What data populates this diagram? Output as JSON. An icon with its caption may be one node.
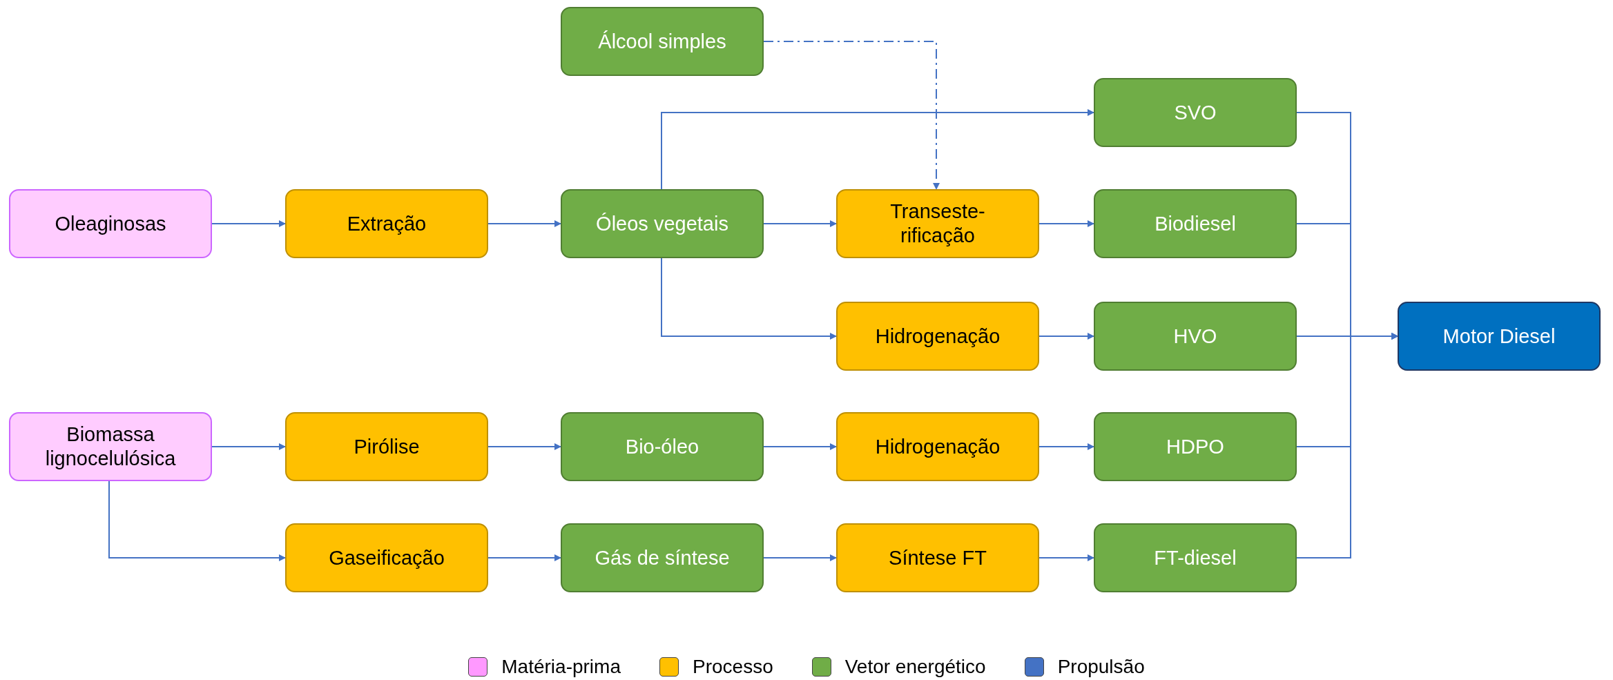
{
  "diagram": {
    "nodes": [
      {
        "text": [
          "Álcool simples"
        ]
      },
      {
        "text": [
          "SVO"
        ]
      },
      {
        "text": [
          "Oleaginosas"
        ]
      },
      {
        "text": [
          "Extração"
        ]
      },
      {
        "text": [
          "Óleos vegetais"
        ]
      },
      {
        "text": [
          "Transeste- rificação"
        ]
      },
      {
        "text": [
          "Biodiesel"
        ]
      },
      {
        "text": [
          "Hidrogenação"
        ]
      },
      {
        "text": [
          "HVO"
        ]
      },
      {
        "text": [
          "Motor Diesel"
        ]
      },
      {
        "text": [
          "Biomassa lignocelulósica"
        ]
      },
      {
        "text": [
          "Pirólise"
        ]
      },
      {
        "text": [
          "Bio-óleo"
        ]
      },
      {
        "text": [
          "Hidrogenação"
        ]
      },
      {
        "text": [
          "HDPO"
        ]
      },
      {
        "text": [
          "Gaseificação"
        ]
      },
      {
        "text": [
          "Gás de síntese"
        ]
      },
      {
        "text": [
          "Síntese FT"
        ]
      },
      {
        "text": [
          "FT-diesel"
        ]
      }
    ],
    "edges": [
      {
        "from": 2,
        "to": 3,
        "arrow": "to"
      },
      {
        "from": 3,
        "to": 4,
        "arrow": "to"
      },
      {
        "from": 4,
        "to": 5,
        "arrow": "to"
      },
      {
        "from": 5,
        "to": 6,
        "arrow": "to"
      },
      {
        "from": 4,
        "to": 1,
        "arrow": "to"
      },
      {
        "from": 4,
        "to": 7,
        "arrow": "to"
      },
      {
        "from": 0,
        "to": 5,
        "arrow": "to",
        "style": "dashed"
      },
      {
        "from": 7,
        "to": 8,
        "arrow": "to"
      },
      {
        "from": 1,
        "to": 9,
        "arrow": "to"
      },
      {
        "from": 6,
        "to": 9,
        "arrow": "to"
      },
      {
        "from": 8,
        "to": 9,
        "arrow": "to"
      },
      {
        "from": 14,
        "to": 9,
        "arrow": "to"
      },
      {
        "from": 18,
        "to": 9,
        "arrow": "to"
      },
      {
        "from": 10,
        "to": 11,
        "arrow": "to"
      },
      {
        "from": 11,
        "to": 12,
        "arrow": "to"
      },
      {
        "from": 12,
        "to": 13,
        "arrow": "to"
      },
      {
        "from": 13,
        "to": 14,
        "arrow": "to"
      },
      {
        "from": 10,
        "to": 15,
        "arrow": "to"
      },
      {
        "from": 15,
        "to": 16,
        "arrow": "to"
      },
      {
        "from": 16,
        "to": 17,
        "arrow": "to"
      },
      {
        "from": 17,
        "to": 18,
        "arrow": "to"
      }
    ],
    "legend": [
      {
        "text": "Matéria-prima",
        "color": "#ff99ff"
      },
      {
        "text": "Processo",
        "color": "#ffc000"
      },
      {
        "text": "Vetor energético",
        "color": "#70ad47"
      },
      {
        "text": "Propulsão",
        "color": "#4472c4"
      }
    ]
  }
}
